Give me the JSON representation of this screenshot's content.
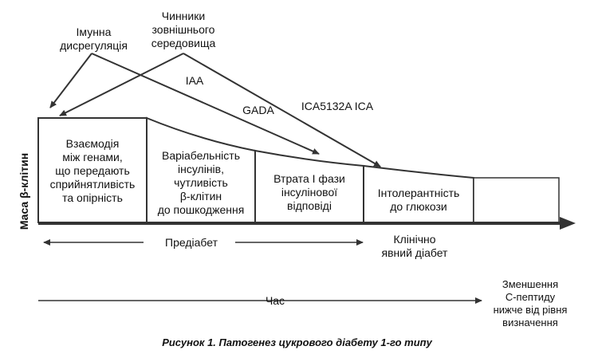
{
  "top_labels": {
    "immune": "Імунна\nдисрегуляція",
    "env": "Чинники\nзовнішнього\nсередовища"
  },
  "antibodies": {
    "iaa": "IAA",
    "gada": "GADA",
    "ica": "ICA5132A  ICA"
  },
  "y_axis_label": "Маса β-клітин",
  "stages": [
    "Взаємодія\nміж генами,\nщо передають\nсприйнятливість\nта опірність",
    "Варіабельність\nінсулінів,\nчутливість\nβ-клітин\nдо пошкодження",
    "Втрата І фази\nінсулінової\nвідповіді",
    "Інтолерантність\nдо глюкози",
    ""
  ],
  "prediabetes": "Предіабет",
  "clinical": "Клінічно\nявний діабет",
  "time": "Час",
  "cpeptide": "Зменшення\nС-пептиду\nнижче від рівня\nвизначення",
  "caption": "Рисунок 1. Патогенез цукрового діабету 1-го типу",
  "colors": {
    "stroke": "#333333",
    "text": "#111111",
    "background": "#ffffff"
  }
}
